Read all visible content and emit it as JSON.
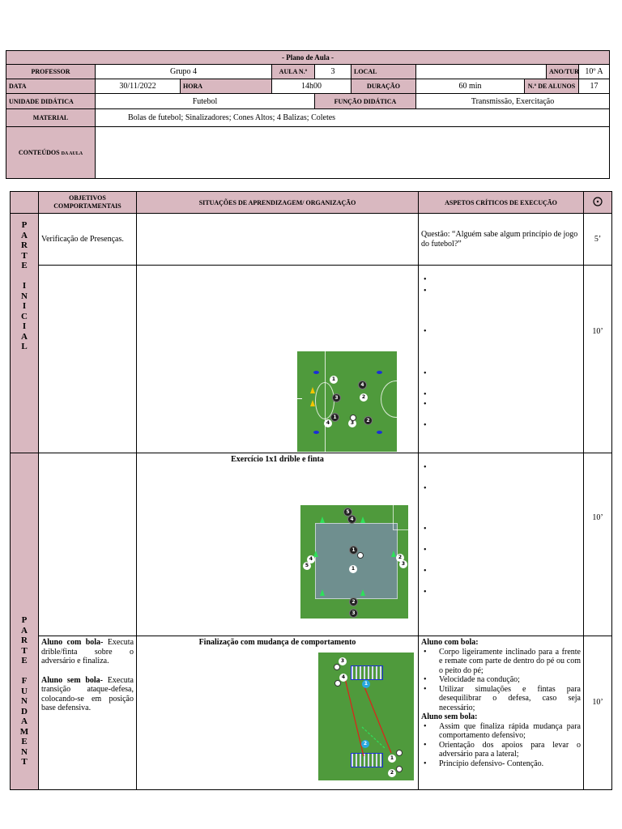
{
  "header": {
    "title": "- Plano de Aula -",
    "professor_label": "Professor",
    "professor_value": "Grupo 4",
    "aula_label": "Aula n.º",
    "aula_value": "3",
    "local_label": "Local",
    "local_value": "",
    "ano_label": "Ano/Turma",
    "ano_value": "10º A",
    "data_label": "Data",
    "data_value": "30/11/2022",
    "hora_label": "Hora",
    "hora_value": "14h00",
    "duracao_label": "Duração",
    "duracao_value": "60 min",
    "alunos_label": "N.º de alunos",
    "alunos_value": "17",
    "unidade_label": "Unidade Didática",
    "unidade_value": "Futebol",
    "funcao_label": "Função Didática",
    "funcao_value": "Transmissão, Exercitação",
    "material_label": "Material",
    "material_value": "Bolas de futebol; Sinalizadores; Cones Altos; 4 Balizas; Coletes",
    "conteudos_label_main": "Conteúdos",
    "conteudos_label_sub": "da aula",
    "conteudos_value": ""
  },
  "lesson": {
    "col_objetivos": "Objetivos Comportamentais",
    "col_situacoes": "Situações de Aprendizagem/ Organização",
    "col_aspetos": "Aspetos Críticos de execução",
    "phase_initial": [
      "P",
      "A",
      "R",
      "T",
      "E",
      "",
      "I",
      "N",
      "I",
      "C",
      "I",
      "A",
      "L"
    ],
    "phase_fund": [
      "P",
      "A",
      "R",
      "T",
      "E",
      "",
      "F",
      "U",
      "N",
      "D",
      "A",
      "M",
      "E",
      "N",
      "T"
    ],
    "row1": {
      "objetivo": "Verificação de Presenças.",
      "aspeto": "Questão: “Alguém sabe algum princípio de jogo do futebol?”",
      "time": "5’"
    },
    "row2": {
      "time": "10’"
    },
    "row3": {
      "title": "Exercício 1x1 drible e finta",
      "time": "10’"
    },
    "row4": {
      "title": "Finalização com mudança de comportamento",
      "obj_com_bola_head": "Aluno com bola-",
      "obj_com_bola_text": "Executa drible/finta sobre o adversário e finaliza.",
      "obj_sem_bola_head": "Aluno sem bola-",
      "obj_sem_bola_text": "Executa transição ataque-defesa, colocando-se em posição base defensiva.",
      "asp_com_bola_head": "Aluno com bola:",
      "asp_com_bola_items": [
        "Corpo ligeiramente inclinado para a frente e remate com parte de dentro do pé ou com o peito do pé;",
        "Velocidade na condução;",
        "Utilizar simulações e fintas para desequilibrar o defesa, caso seja necessário;"
      ],
      "asp_sem_bola_head": "Aluno sem bola:",
      "asp_sem_bola_items": [
        "Assim que finaliza rápida mudança para comportamento defensivo;",
        "Orientação dos apoios para levar o adversário para a lateral;",
        "Princípio defensivo- Contenção."
      ],
      "time": "10’"
    },
    "diagram1": {
      "players": [
        "1",
        "4",
        "2",
        "3",
        "1",
        "3",
        "4",
        "2"
      ]
    },
    "diagram2": {
      "players": [
        "5",
        "4",
        "1",
        "1",
        "4",
        "5",
        "2",
        "3",
        "2",
        "3"
      ]
    },
    "diagram3": {
      "players": [
        "3",
        "4",
        "1",
        "2",
        "1",
        "2"
      ]
    }
  },
  "colors": {
    "header_fill": "#d9b8c0",
    "field_green": "#4f9a3c"
  },
  "icons": {
    "time_column": "clock-icon"
  }
}
